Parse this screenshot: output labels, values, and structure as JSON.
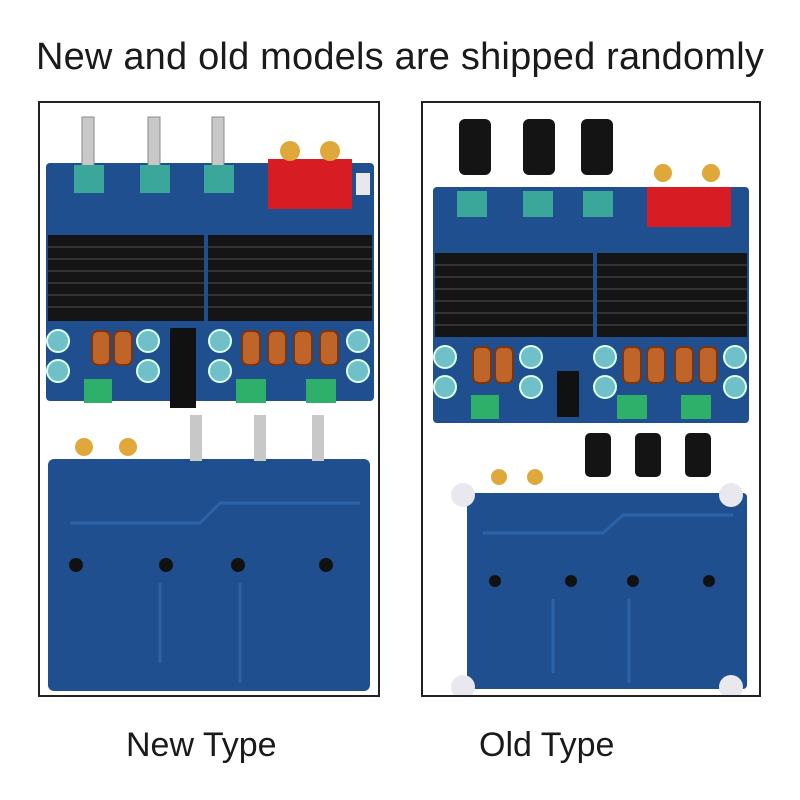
{
  "headline": "New and old models are shipped randomly",
  "panels": {
    "new": {
      "caption": "New Type"
    },
    "old": {
      "caption": "Old Type"
    }
  },
  "colors": {
    "pcb_blue": "#1f4f8f",
    "heatsink_black": "#151515",
    "terminal_green": "#2eaf6a",
    "rca_red": "#d81c24",
    "rca_gold": "#e0a83a",
    "copper_coil": "#c0652a"
  }
}
